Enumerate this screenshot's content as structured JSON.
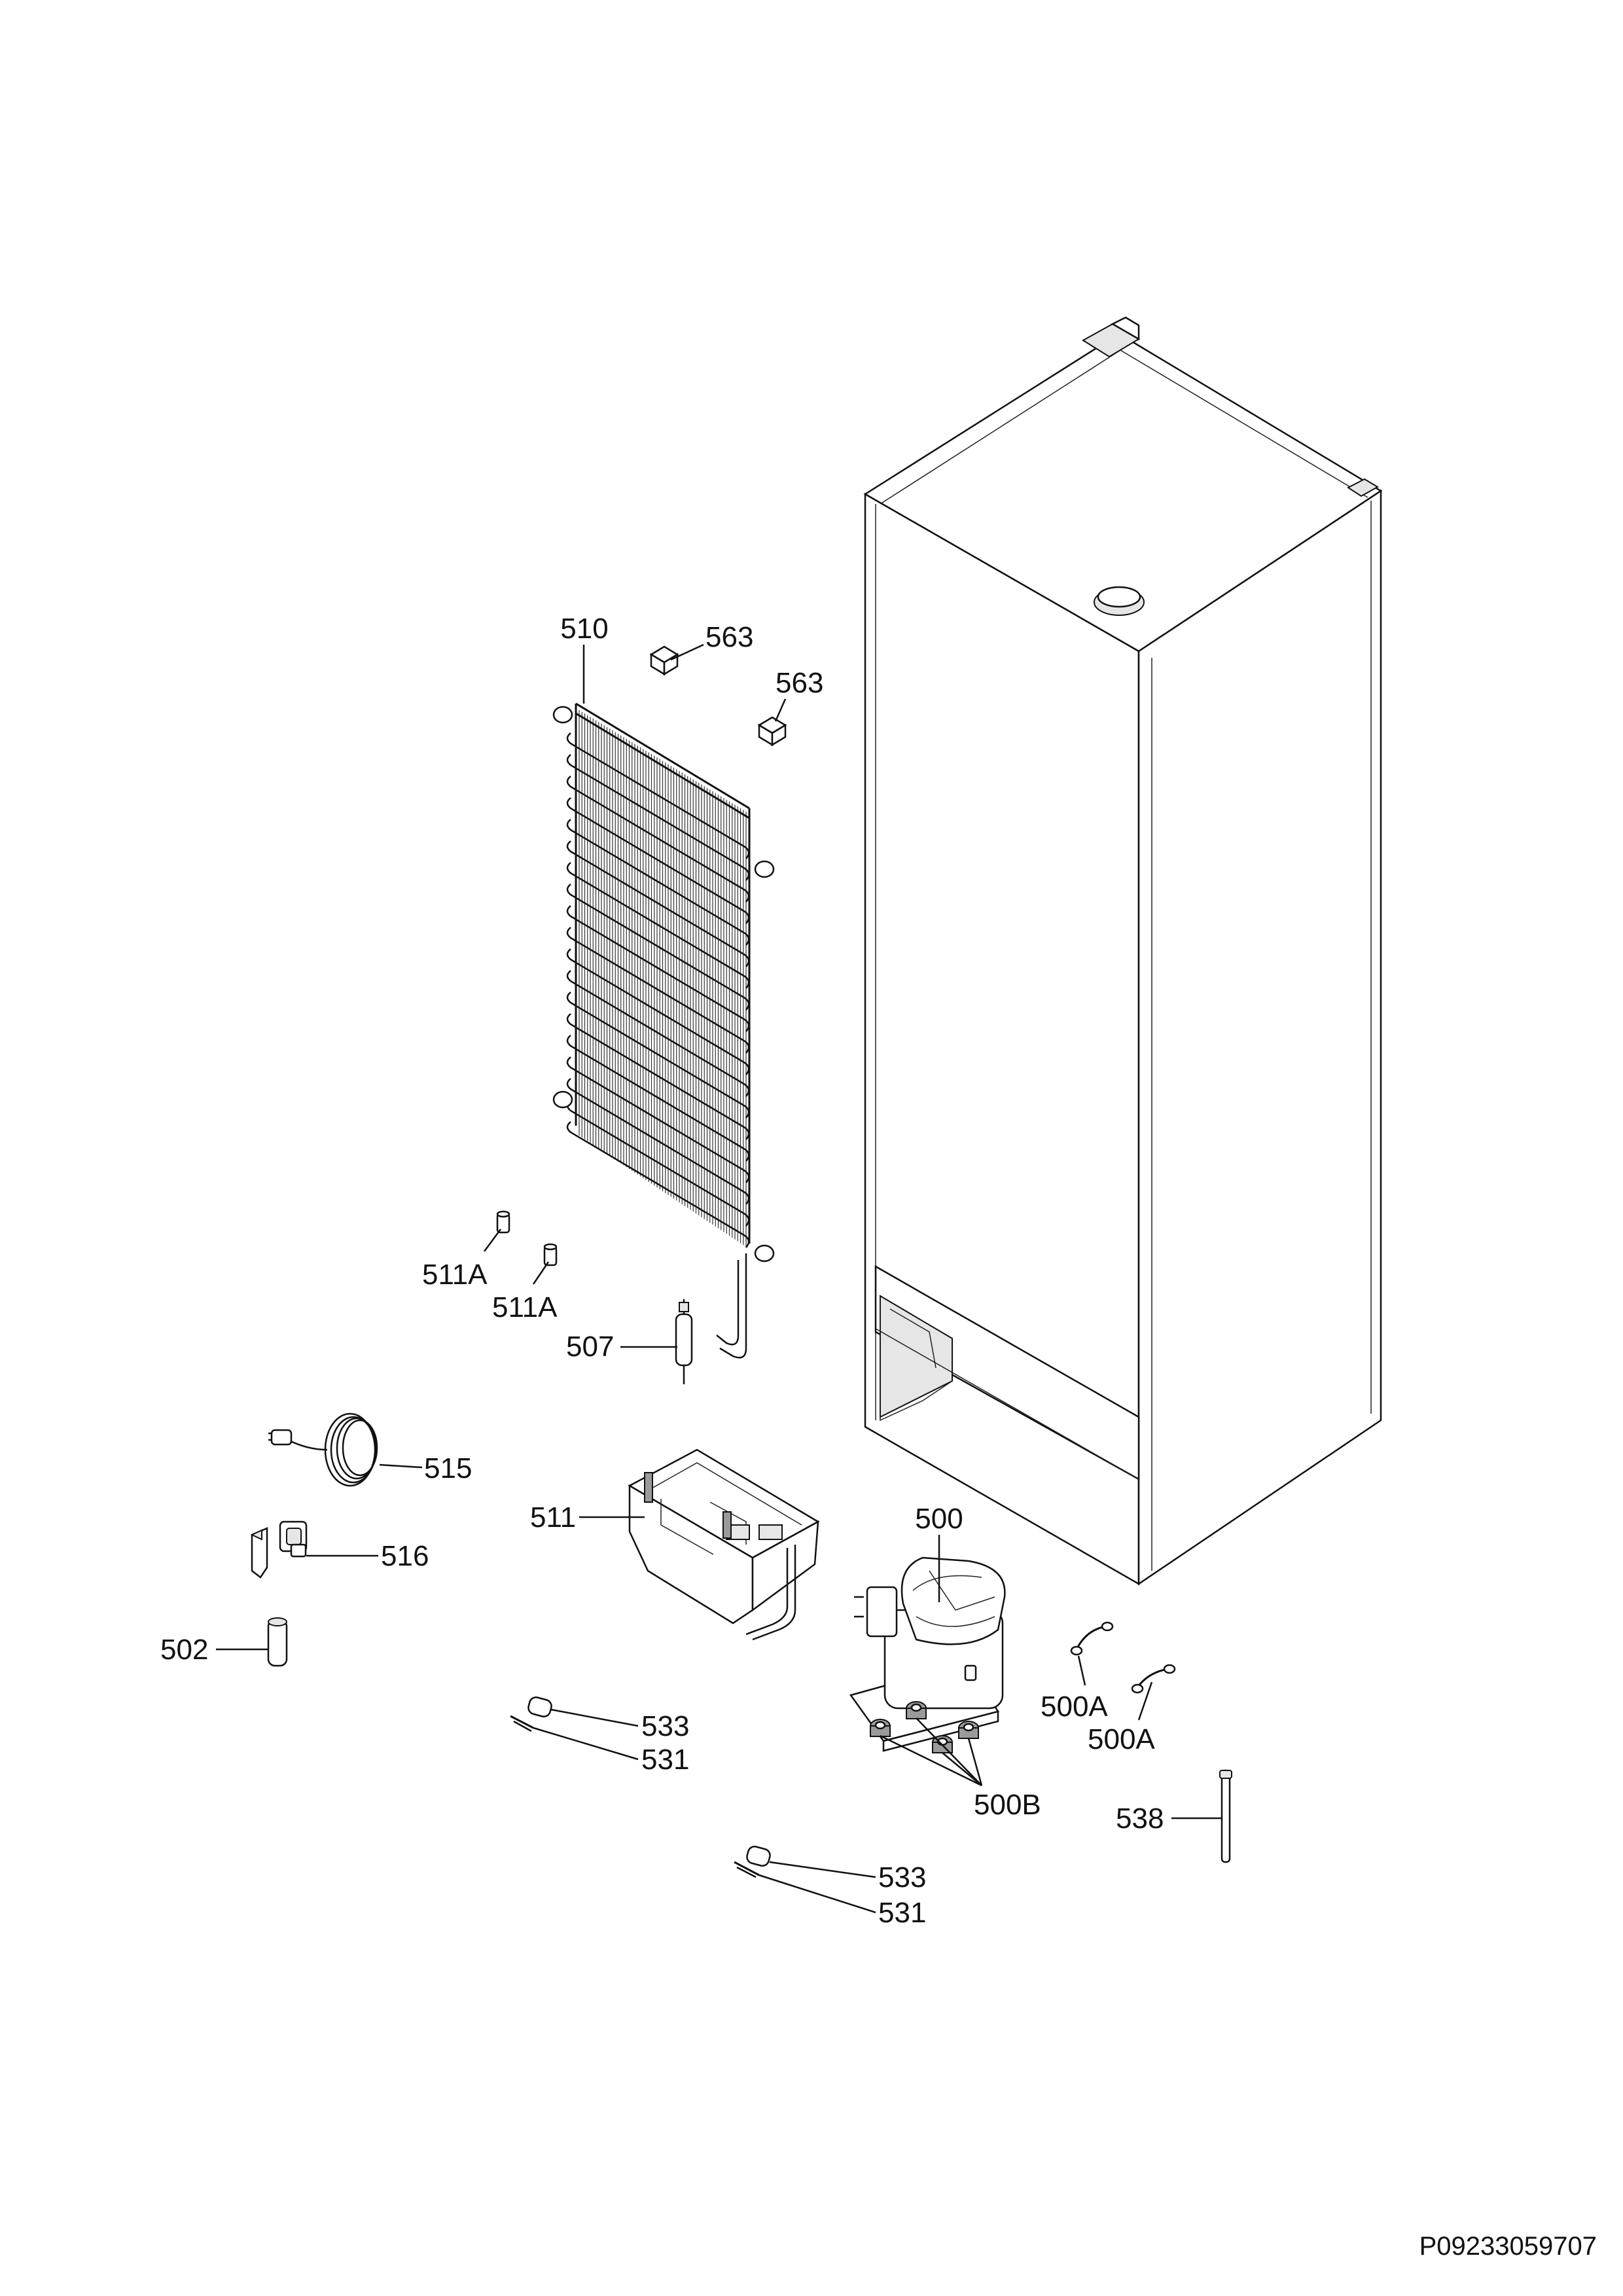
{
  "labels": {
    "l510": "510",
    "l563a": "563",
    "l563b": "563",
    "l511a_1": "511A",
    "l511a_2": "511A",
    "l507": "507",
    "l515": "515",
    "l511": "511",
    "l500": "500",
    "l516": "516",
    "l502": "502",
    "l533a": "533",
    "l531a": "531",
    "l500a_1": "500A",
    "l500a_2": "500A",
    "l500b": "500B",
    "l538": "538",
    "l533b": "533",
    "l531b": "531"
  },
  "document_code": "P09233059707"
}
